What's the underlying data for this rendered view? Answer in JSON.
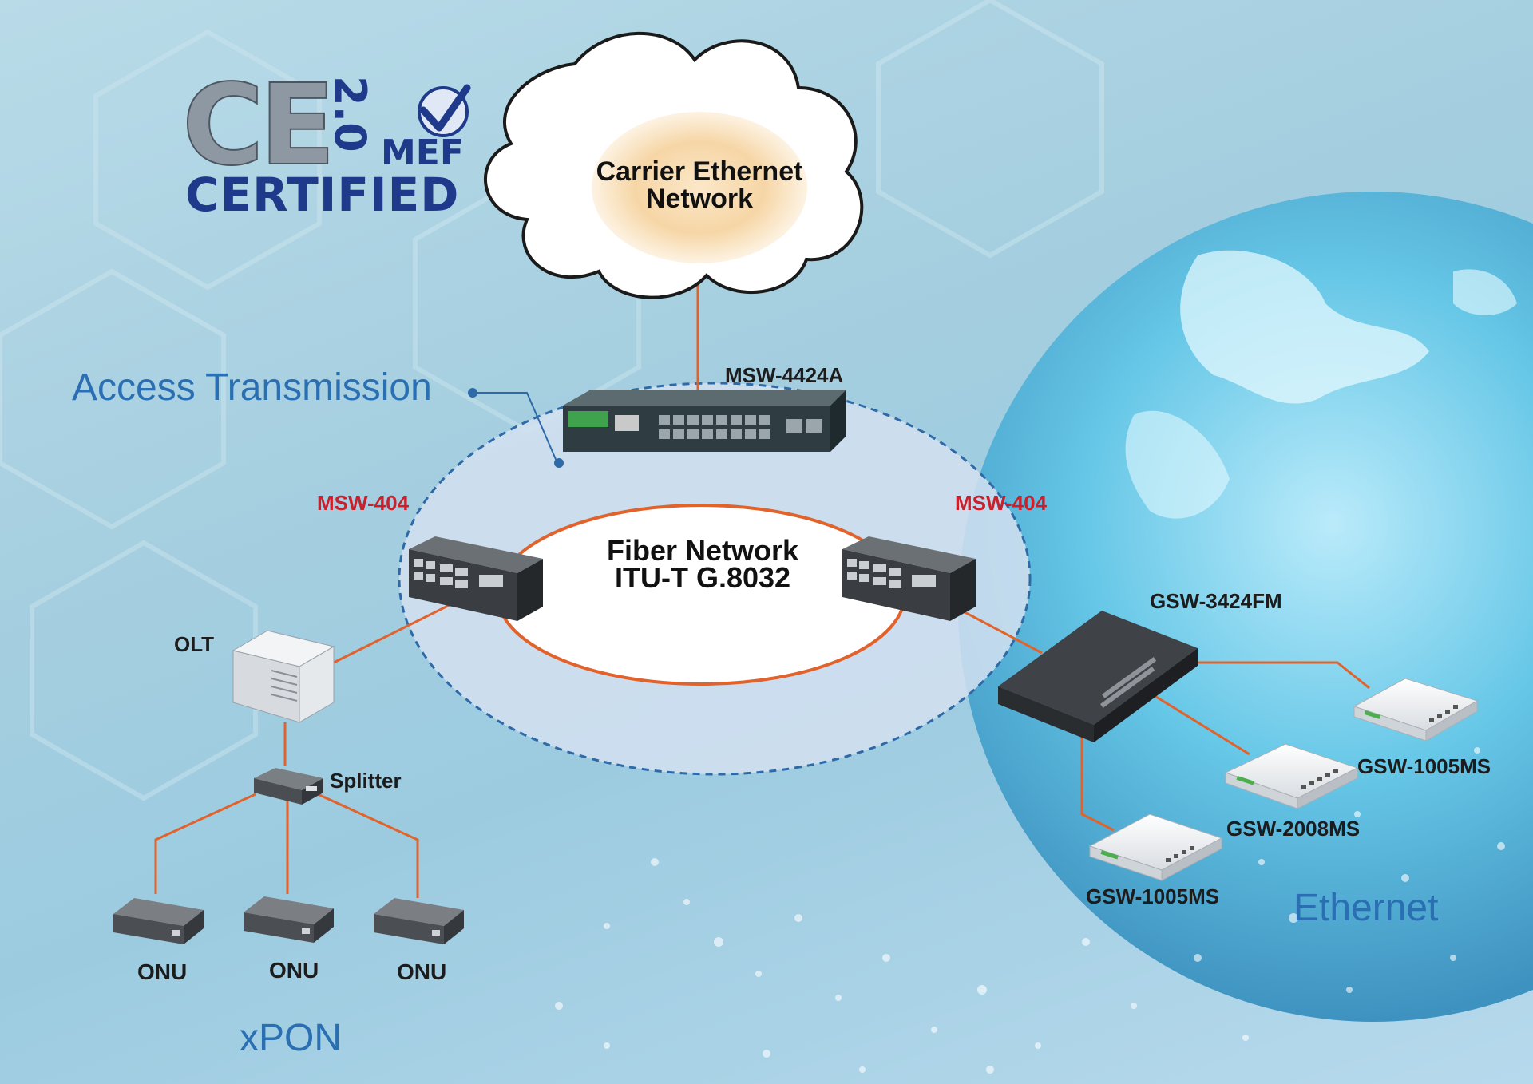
{
  "logo": {
    "ce_text": "CE",
    "version_text": "2.0",
    "mef_text": "MEF",
    "certified_text": "CERTIFIED"
  },
  "cloud": {
    "line1": "Carrier Ethernet",
    "line2": "Network"
  },
  "ring": {
    "line1": "Fiber Network",
    "line2": "ITU-T G.8032"
  },
  "regions": {
    "access": "Access Transmission",
    "ethernet": "Ethernet",
    "xpon": "xPON"
  },
  "devices": {
    "core_switch": "MSW-4424A",
    "ring_switch_left": "MSW-404",
    "ring_switch_right": "MSW-404",
    "olt": "OLT",
    "splitter": "Splitter",
    "onu_1": "ONU",
    "onu_2": "ONU",
    "onu_3": "ONU",
    "aggregation_switch": "GSW-3424FM",
    "edge_switch_1": "GSW-1005MS",
    "edge_switch_2": "GSW-2008MS",
    "edge_switch_3": "GSW-1005MS"
  },
  "colors": {
    "link": "#e2622b",
    "ring_edge": "#2f6aa8",
    "accent_red": "#c8202c",
    "region_blue": "#2b6fb3",
    "logo_navy": "#1f3a8a"
  }
}
